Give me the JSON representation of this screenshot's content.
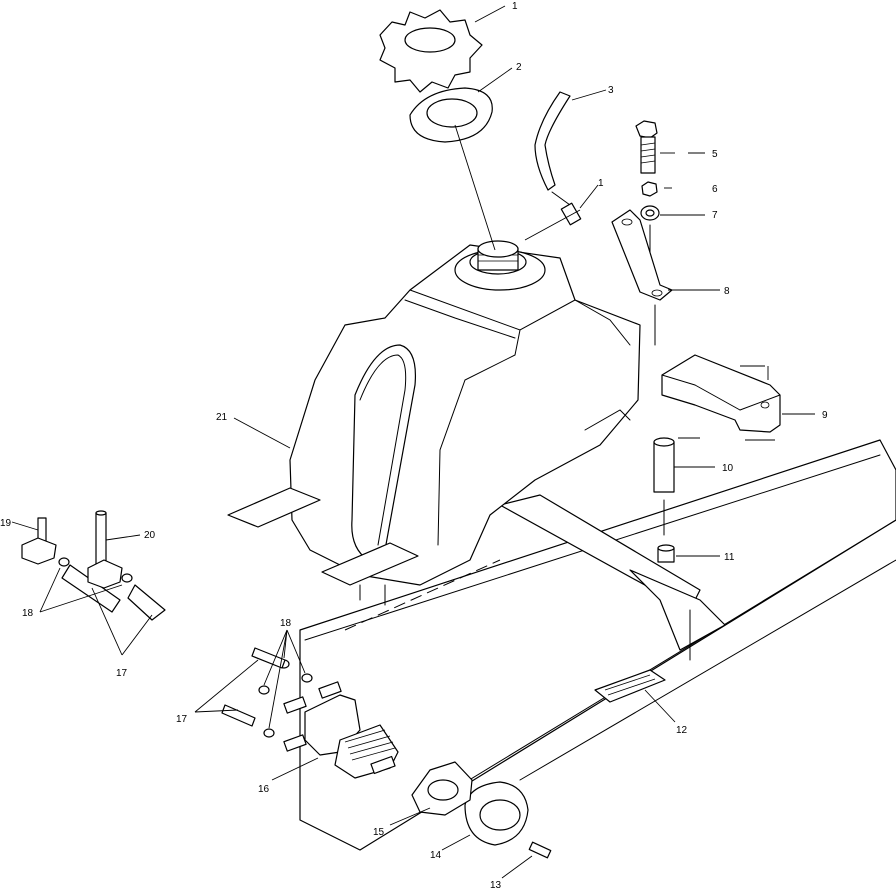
{
  "callouts": [
    {
      "id": "c1a",
      "text": "1"
    },
    {
      "id": "c2",
      "text": "2"
    },
    {
      "id": "c3",
      "text": "3"
    },
    {
      "id": "c1b",
      "text": "1"
    },
    {
      "id": "c5",
      "text": "5"
    },
    {
      "id": "c6",
      "text": "6"
    },
    {
      "id": "c7",
      "text": "7"
    },
    {
      "id": "c8",
      "text": "8"
    },
    {
      "id": "c9",
      "text": "9"
    },
    {
      "id": "c10",
      "text": "10"
    },
    {
      "id": "c11",
      "text": "11"
    },
    {
      "id": "c12",
      "text": "12"
    },
    {
      "id": "c13",
      "text": "13"
    },
    {
      "id": "c14",
      "text": "14"
    },
    {
      "id": "c15",
      "text": "15"
    },
    {
      "id": "c16",
      "text": "16"
    },
    {
      "id": "c17a",
      "text": "17"
    },
    {
      "id": "c17b",
      "text": "17"
    },
    {
      "id": "c18a",
      "text": "18"
    },
    {
      "id": "c18b",
      "text": "18"
    },
    {
      "id": "c19",
      "text": "19"
    },
    {
      "id": "c20",
      "text": "20"
    },
    {
      "id": "c21",
      "text": "21"
    }
  ]
}
